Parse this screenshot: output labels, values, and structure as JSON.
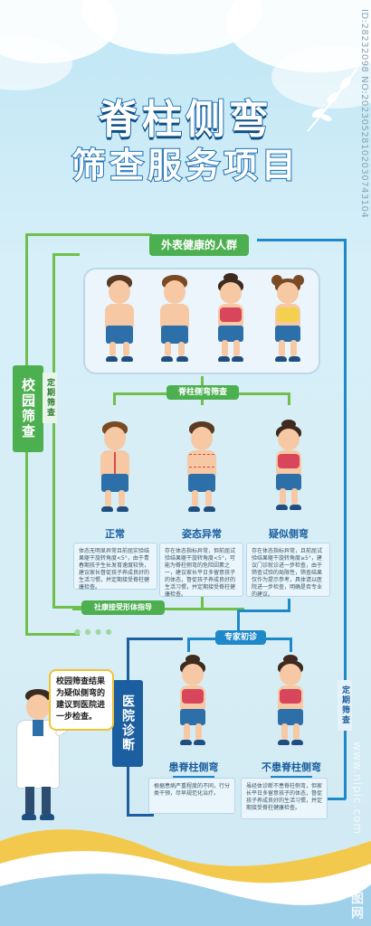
{
  "title": {
    "line1": "脊柱侧弯",
    "line2": "筛查服务项目"
  },
  "watermark": {
    "side_text": "ID:28232098 NO:20230528102030743104",
    "url": "www.nipic.com",
    "logo": "昵图网"
  },
  "flow": {
    "top_group": "外表健康的人群",
    "campus_screening": "校园筛查",
    "regular_screening_left": "定期筛查",
    "regular_screening_right": "定期筛查",
    "spine_screening": "脊柱侧弯筛查",
    "expert_first_visit": "专家初诊",
    "hospital_diagnosis": "医院诊断",
    "healthy_guidance": "社康接受形体指导"
  },
  "categories": [
    {
      "label": "正常",
      "desc": "体态无明显异常且前屈实验结果躯干旋转角度<5°，由于青春期孩子生长发育速度较快，建议家长督促孩子养成良好的生活习惯，并定期接受脊柱健康检查。"
    },
    {
      "label": "姿态异常",
      "desc": "存在体态指标异常，但前屈试验结果躯干旋转角度<5°，可能为脊柱侧弯的危险因素之一，建议家长平日多留意孩子的体态，督促孩子养成良好的生活习惯，并定期接受脊柱健康检查。"
    },
    {
      "label": "疑似侧弯",
      "desc": "存在体态指标异常，且前屈试验结果躯干旋转角度≥5°，建议门诊就诊进一步检查，由于筛查试验的局限性，筛查结果仅作为提示参考，具体请以医院进一步检查，明确是否专业的建议。"
    }
  ],
  "diagnosis": [
    {
      "label": "患脊柱侧弯",
      "desc": "根据患病严重程度的不同，行分类干预，尽早规范化治疗。"
    },
    {
      "label": "不患脊柱侧弯",
      "desc": "虽经体诊断不患脊柱侧弯，但家长平日多留意孩子的体态，督促孩子养成良好的生活习惯，并定期接受脊柱健康检查。"
    }
  ],
  "doctor_note": "校园筛查结果为疑似侧弯的建议到医院进一步检查。",
  "colors": {
    "green": "#4caf50",
    "blue": "#1e88c9",
    "dark_blue": "#1b5fa0"
  }
}
